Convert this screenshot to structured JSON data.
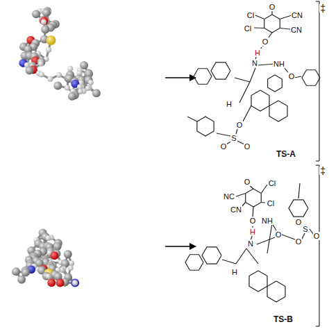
{
  "diagram": {
    "nodes": [
      {
        "text": [
          "TS-A"
        ]
      },
      {
        "text": [
          "TS-B"
        ]
      }
    ],
    "labels": [
      "‡",
      "Cl",
      "O",
      "CN",
      "Cl",
      "CN",
      "O",
      "H",
      "N",
      "NH",
      "O",
      "H",
      "O",
      "S",
      "O",
      "O",
      "‡",
      "O",
      "Cl",
      "NC",
      "Cl",
      "CN",
      "O",
      "NH",
      "H",
      "N",
      "O",
      "O",
      "S",
      "O",
      "O",
      "H"
    ]
  }
}
